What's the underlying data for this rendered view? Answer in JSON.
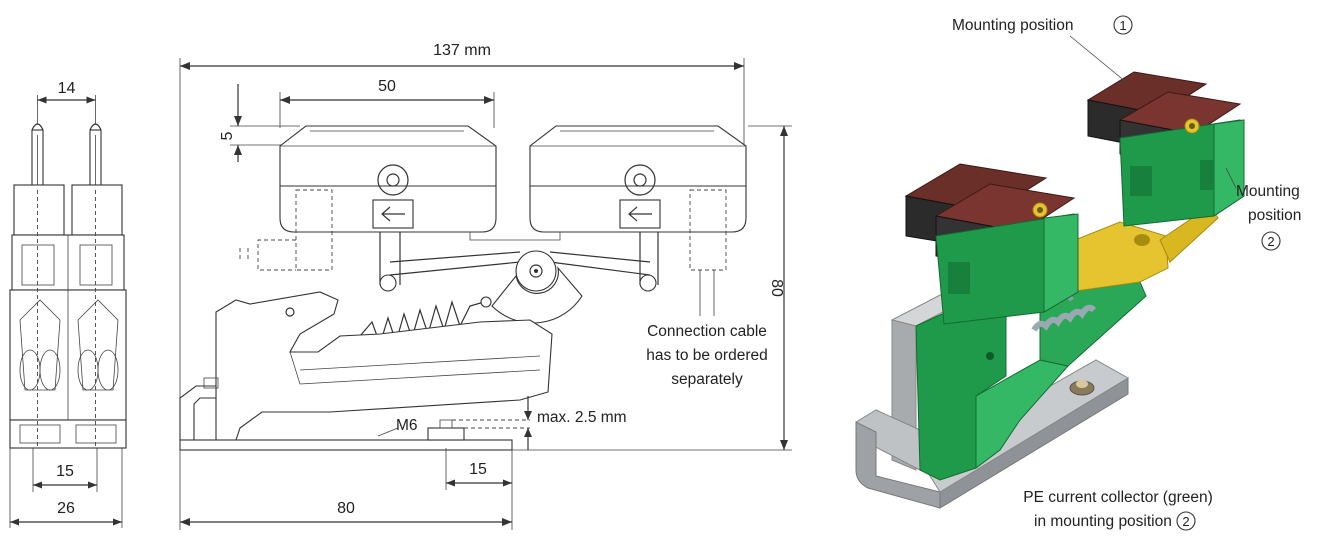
{
  "dimensions": {
    "side_top_width": "14",
    "side_base_width": "15",
    "side_total_width": "26",
    "overall_length": "137 mm",
    "shoe_width": "50",
    "shoe_height": "5",
    "total_height": "80",
    "base_length": "80",
    "mount_hole_offset": "15",
    "bolt_label": "M6",
    "bolt_protrusion": "max. 2.5 mm"
  },
  "labels": {
    "cable_note_line1": "Connection cable",
    "cable_note_line2": "has to be ordered",
    "cable_note_line3": "separately",
    "mounting_position_1": "Mounting position",
    "mounting_position_2_line1": "Mounting",
    "mounting_position_2_line2": "position",
    "circled_1": "1",
    "circled_2": "2",
    "pe_caption_line1": "PE current collector (green)",
    "pe_caption_line2": "in mounting position"
  },
  "colors": {
    "pe_green": "#1f9a4a",
    "pe_green_light": "#35b865",
    "spring_yellow": "#e5c430",
    "carbon_brown": "#6b2f2a",
    "housing_dark": "#2b2b2b",
    "steel": "#b8bcc0"
  }
}
